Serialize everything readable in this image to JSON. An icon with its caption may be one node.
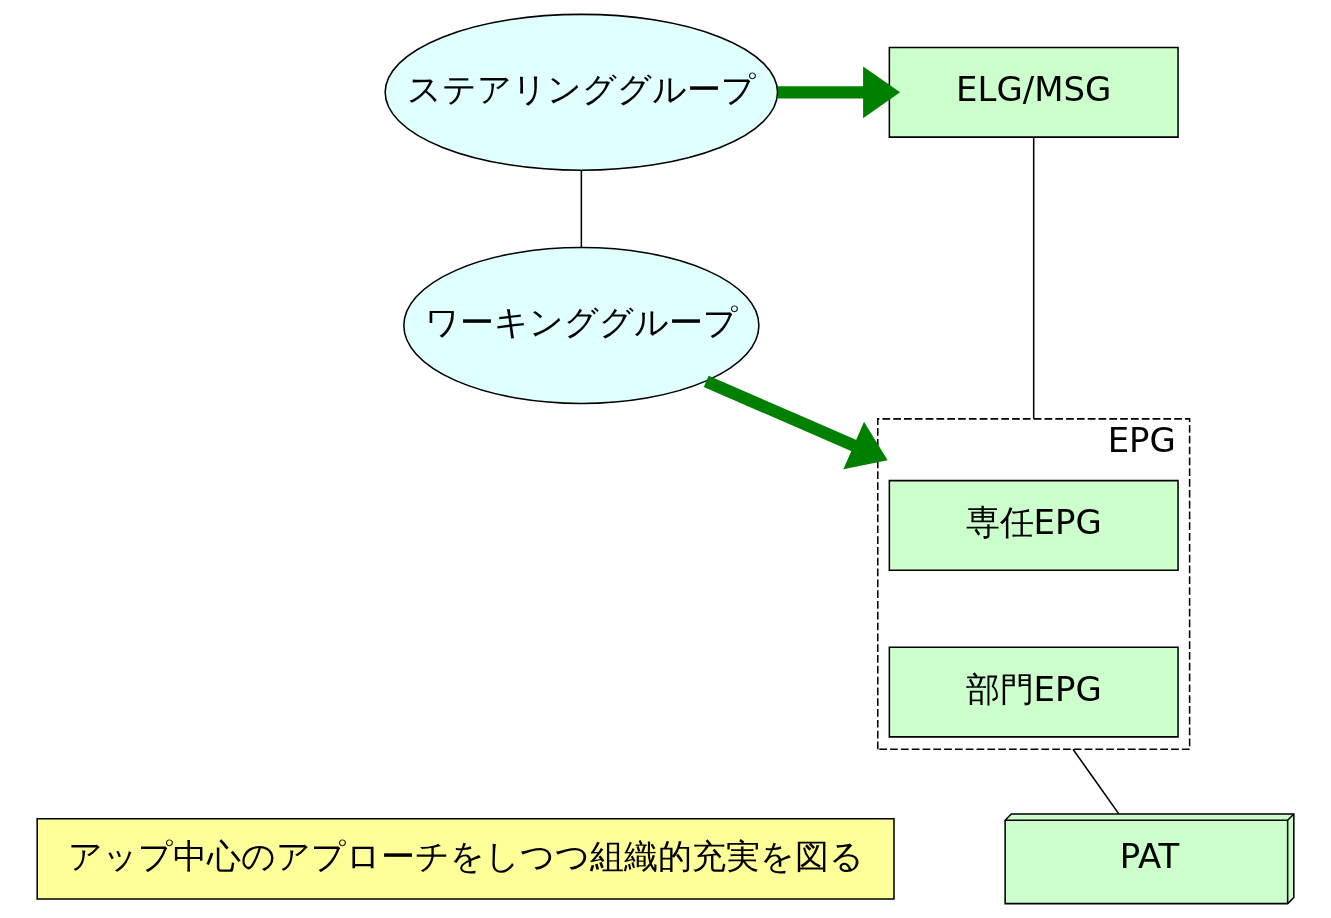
{
  "diagram": {
    "nodes": [
      {
        "text": [
          "ステアリンググループ"
        ]
      },
      {
        "text": [
          "ワーキンググループ"
        ]
      },
      {
        "text": [
          "ELG/MSG"
        ]
      },
      {
        "text": [
          "EPG"
        ]
      },
      {
        "text": [
          "専任EPG"
        ],
        "in": 3
      },
      {
        "text": [
          "部門EPG"
        ],
        "in": 3
      },
      {
        "text": [
          "PAT"
        ]
      },
      {
        "text": [
          "アップ中心のアプローチをしつつ組織的充実を図る"
        ]
      }
    ],
    "edges": [
      {
        "from": 0,
        "to": 1,
        "arrow": "none"
      },
      {
        "from": 0,
        "to": 2,
        "arrow": "to",
        "style": "thick",
        "color": "#008000"
      },
      {
        "from": 1,
        "to": 3,
        "arrow": "to",
        "style": "thick",
        "color": "#008000"
      },
      {
        "from": 2,
        "to": 3,
        "arrow": "none"
      },
      {
        "from": 3,
        "to": 6,
        "arrow": "none"
      }
    ]
  }
}
